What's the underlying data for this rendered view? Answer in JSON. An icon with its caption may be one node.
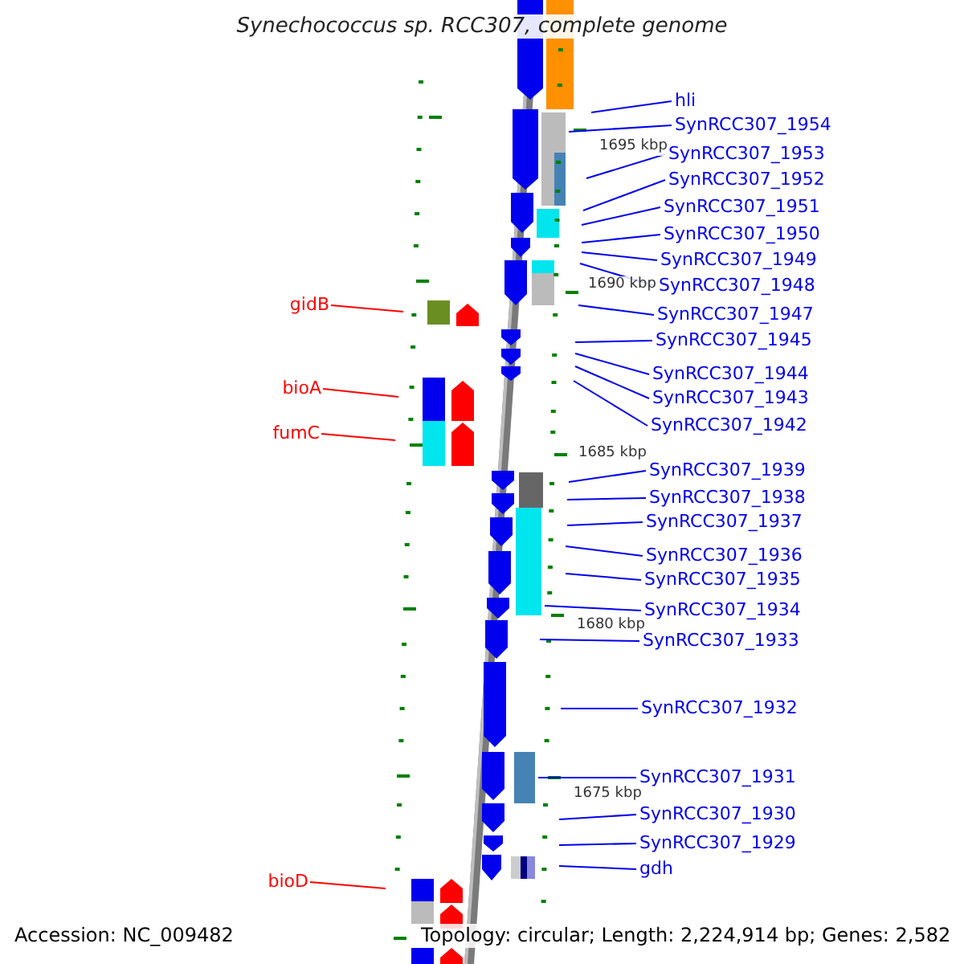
{
  "diagram": {
    "title": "Synechococcus sp. RCC307, complete genome",
    "nodes": [
      {
        "text": [
          "hli"
        ]
      },
      {
        "text": [
          "SynRCC307_1954"
        ]
      },
      {
        "text": [
          "SynRCC307_1953"
        ]
      },
      {
        "text": [
          "SynRCC307_1952"
        ]
      },
      {
        "text": [
          "SynRCC307_1951"
        ]
      },
      {
        "text": [
          "SynRCC307_1950"
        ]
      },
      {
        "text": [
          "SynRCC307_1949"
        ]
      },
      {
        "text": [
          "SynRCC307_1948"
        ]
      },
      {
        "text": [
          "gidB"
        ]
      },
      {
        "text": [
          "SynRCC307_1947"
        ]
      },
      {
        "text": [
          "SynRCC307_1945"
        ]
      },
      {
        "text": [
          "SynRCC307_1944"
        ]
      },
      {
        "text": [
          "bioA"
        ]
      },
      {
        "text": [
          "SynRCC307_1943"
        ]
      },
      {
        "text": [
          "SynRCC307_1942"
        ]
      },
      {
        "text": [
          "fumC"
        ]
      },
      {
        "text": [
          "SynRCC307_1939"
        ]
      },
      {
        "text": [
          "SynRCC307_1938"
        ]
      },
      {
        "text": [
          "SynRCC307_1937"
        ]
      },
      {
        "text": [
          "SynRCC307_1936"
        ]
      },
      {
        "text": [
          "SynRCC307_1935"
        ]
      },
      {
        "text": [
          "SynRCC307_1934"
        ]
      },
      {
        "text": [
          "SynRCC307_1933"
        ]
      },
      {
        "text": [
          "SynRCC307_1932"
        ]
      },
      {
        "text": [
          "SynRCC307_1931"
        ]
      },
      {
        "text": [
          "SynRCC307_1930"
        ]
      },
      {
        "text": [
          "SynRCC307_1929"
        ]
      },
      {
        "text": [
          "gdh"
        ]
      },
      {
        "text": [
          "bioD"
        ]
      }
    ],
    "edges": [
      {
        "from": 0,
        "to": null,
        "arrow": "none"
      },
      {
        "from": 1,
        "to": null,
        "arrow": "none"
      },
      {
        "from": 2,
        "to": null,
        "arrow": "none"
      },
      {
        "from": 3,
        "to": null,
        "arrow": "none"
      },
      {
        "from": 4,
        "to": null,
        "arrow": "none"
      },
      {
        "from": 5,
        "to": null,
        "arrow": "none"
      },
      {
        "from": 6,
        "to": null,
        "arrow": "none"
      },
      {
        "from": 7,
        "to": null,
        "arrow": "none"
      },
      {
        "from": 8,
        "to": null,
        "arrow": "none",
        "color": "#ff0000"
      },
      {
        "from": 9,
        "to": null,
        "arrow": "none"
      },
      {
        "from": 10,
        "to": null,
        "arrow": "none"
      },
      {
        "from": 11,
        "to": null,
        "arrow": "none"
      },
      {
        "from": 12,
        "to": null,
        "arrow": "none",
        "color": "#ff0000"
      },
      {
        "from": 13,
        "to": null,
        "arrow": "none"
      },
      {
        "from": 14,
        "to": null,
        "arrow": "none"
      },
      {
        "from": 15,
        "to": null,
        "arrow": "none",
        "color": "#ff0000"
      },
      {
        "from": 16,
        "to": null,
        "arrow": "none"
      },
      {
        "from": 17,
        "to": null,
        "arrow": "none"
      },
      {
        "from": 18,
        "to": null,
        "arrow": "none"
      },
      {
        "from": 19,
        "to": null,
        "arrow": "none"
      },
      {
        "from": 20,
        "to": null,
        "arrow": "none"
      },
      {
        "from": 21,
        "to": null,
        "arrow": "none"
      },
      {
        "from": 22,
        "to": null,
        "arrow": "none"
      },
      {
        "from": 23,
        "to": null,
        "arrow": "none"
      },
      {
        "from": 24,
        "to": null,
        "arrow": "none"
      },
      {
        "from": 25,
        "to": null,
        "arrow": "none"
      },
      {
        "from": 26,
        "to": null,
        "arrow": "none"
      },
      {
        "from": 27,
        "to": null,
        "arrow": "none"
      },
      {
        "from": 28,
        "to": null,
        "arrow": "none",
        "color": "#ff0000"
      }
    ],
    "labels": [
      "1695 kbp",
      "1690 kbp",
      "1685 kbp",
      "1680 kbp",
      "1675 kbp",
      "Accession: NC_009482",
      "Topology: circular; Length: 2,224,914 bp; Genes: 2,582"
    ]
  }
}
